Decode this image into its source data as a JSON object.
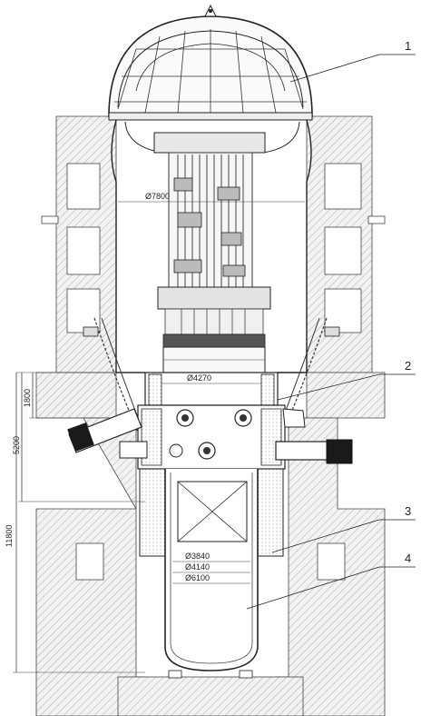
{
  "callouts": [
    "1",
    "2",
    "3",
    "4"
  ],
  "dimensions": {
    "diameter_top": "Ø7800",
    "diameter_shaft": "Ø4270",
    "diameter_inner": "Ø3840",
    "diameter_mid": "Ø4140",
    "diameter_outer": "Ø6100",
    "height_1800": "1800",
    "height_5200": "5200",
    "height_11800": "11800"
  },
  "colors": {
    "line": "#333333",
    "hatch": "#999999",
    "dark": "#1a1a1a"
  }
}
